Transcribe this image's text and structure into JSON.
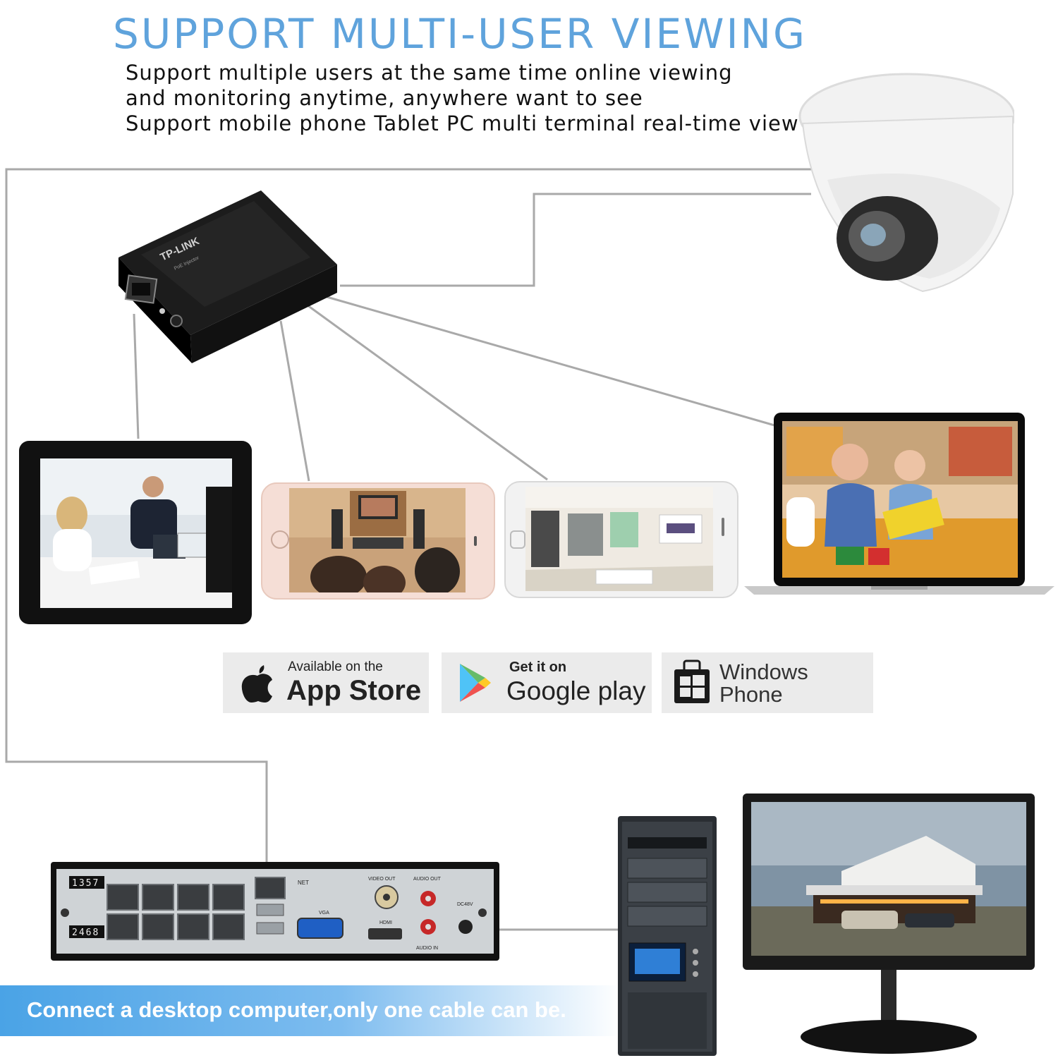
{
  "headline": "SUPPORT MULTI-USER VIEWING",
  "subtitle_lines": [
    "Support multiple users at the same time online viewing",
    "and monitoring anytime, anywhere want to see",
    "Support mobile phone Tablet PC multi terminal real-time view"
  ],
  "injector": {
    "brand": "TP-LINK",
    "model_label": "PoE Injector"
  },
  "badges": {
    "apple": {
      "small": "Available on the",
      "large": "App Store"
    },
    "google": {
      "small": "Get it on",
      "large": "Google play"
    },
    "windows": {
      "line1": "Windows",
      "line2": "Phone"
    }
  },
  "nvr": {
    "ports_top": "1357",
    "ports_bottom": "2468",
    "net": "NET",
    "video_out": "VIDEO OUT",
    "audio_out": "AUDIO OUT",
    "vga": "VGA",
    "hdmi": "HDMI",
    "audio_in": "AUDIO IN",
    "dc": "DC48V"
  },
  "banner": "Connect a desktop computer,only one cable can be.",
  "colors": {
    "headline": "#5fa3dc",
    "wire": "#a9a9a9",
    "banner": "#4aa3e6",
    "badge_bg": "#ebebeb"
  }
}
